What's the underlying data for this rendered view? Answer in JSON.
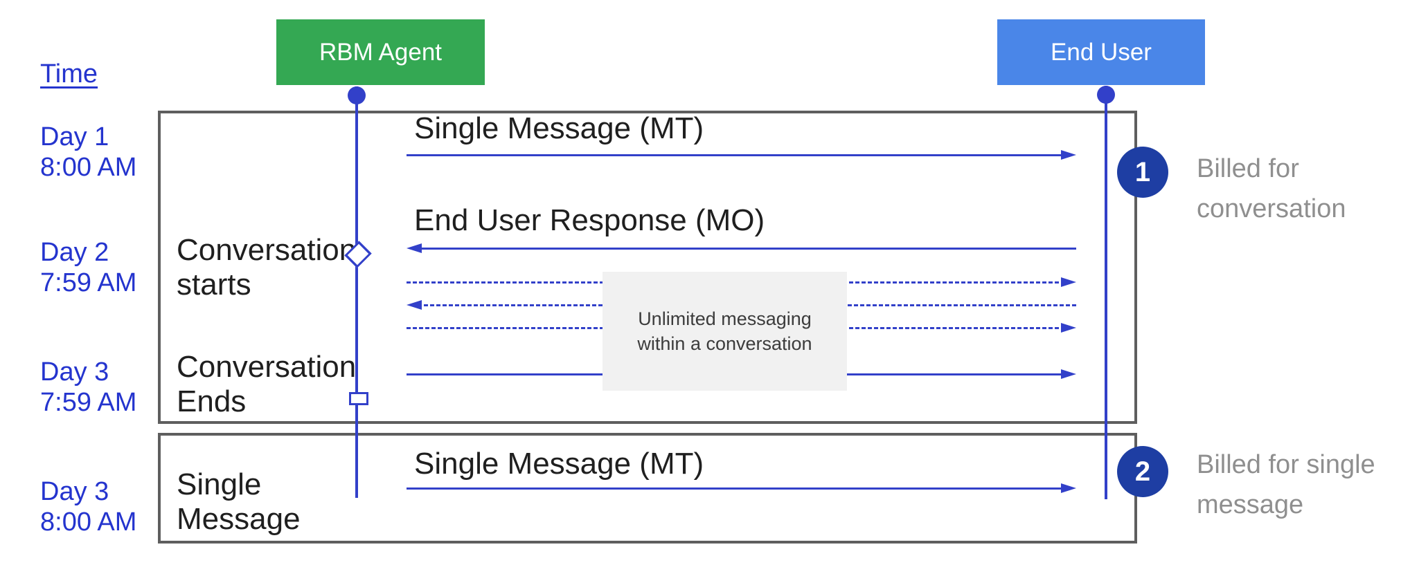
{
  "header": {
    "time_label": "Time"
  },
  "actors": [
    {
      "id": "rbm-agent",
      "label": "RBM Agent",
      "color": "#34A853"
    },
    {
      "id": "end-user",
      "label": "End User",
      "color": "#4A86E8"
    }
  ],
  "timestamps": [
    {
      "day": "Day 1",
      "time": "8:00 AM"
    },
    {
      "day": "Day 2",
      "time": "7:59 AM"
    },
    {
      "day": "Day 3",
      "time": "7:59 AM"
    },
    {
      "day": "Day 3",
      "time": "8:00 AM"
    }
  ],
  "conversation_box": {
    "events": [
      {
        "lines": [
          "Conversation",
          "starts"
        ],
        "marker": "diamond"
      },
      {
        "lines": [
          "Conversation",
          "Ends"
        ],
        "marker": "square"
      }
    ],
    "messages": [
      {
        "label": "Single Message (MT)",
        "direction": "right",
        "style": "solid"
      },
      {
        "label": "End User Response (MO)",
        "direction": "left",
        "style": "solid"
      },
      {
        "label": "",
        "direction": "right",
        "style": "dashed"
      },
      {
        "label": "",
        "direction": "left",
        "style": "dashed"
      },
      {
        "label": "",
        "direction": "right",
        "style": "dashed"
      },
      {
        "label": "",
        "direction": "right",
        "style": "solid"
      }
    ],
    "note": {
      "lines": [
        "Unlimited messaging",
        "within a conversation"
      ]
    }
  },
  "single_message_box": {
    "event": {
      "lines": [
        "Single",
        "Message"
      ]
    },
    "message": {
      "label": "Single Message (MT)",
      "direction": "right",
      "style": "solid"
    }
  },
  "annotations": [
    {
      "number": "1",
      "lines": [
        "Billed for",
        "conversation"
      ]
    },
    {
      "number": "2",
      "lines": [
        "Billed for single",
        "message"
      ]
    }
  ],
  "colors": {
    "rbm_agent_green": "#34A853",
    "end_user_blue": "#4A86E8",
    "arrow_blue": "#3240C9",
    "label_blue": "#2434CE",
    "badge_navy": "#1E3EA3",
    "annotation_gray": "#8F8F8F",
    "frame_border_gray": "#5E5E5E",
    "note_background": "#F1F1F1",
    "label_black": "#1F1F1F"
  }
}
